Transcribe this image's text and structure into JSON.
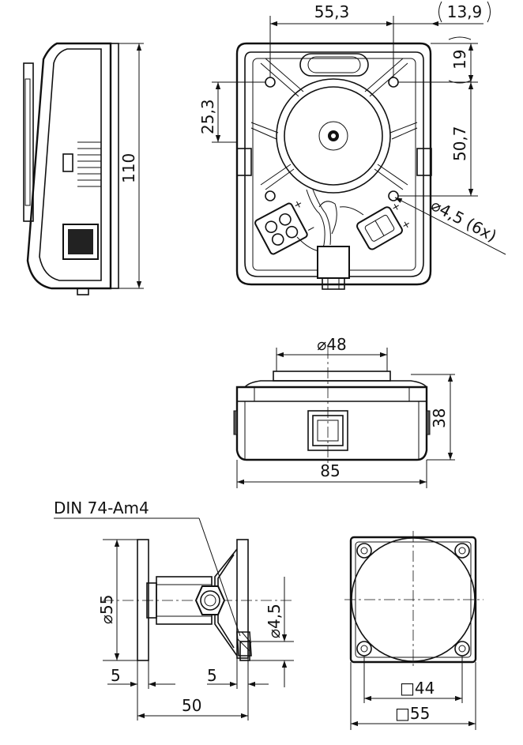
{
  "drawing": {
    "top_view": {
      "width": "55,3",
      "offset_right": "13,9",
      "hole_top": "19",
      "hole_spacing_v": "50,7",
      "hole_left": "25,3",
      "hole_dia": "4,5 (6x)"
    },
    "side_view": {
      "height": "110"
    },
    "front_view": {
      "dia": "48",
      "width": "85",
      "height": "38"
    },
    "bracket_view": {
      "din_label": "DIN 74-Am4",
      "dia_face": "55",
      "dia_hole": "4,5",
      "thk_left": "5",
      "thk_right": "5",
      "length": "50"
    },
    "face_view": {
      "inner": "44",
      "outer": "55"
    }
  }
}
